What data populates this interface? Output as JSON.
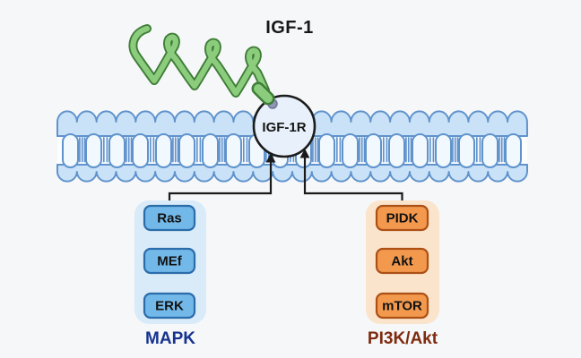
{
  "title": "IGF-1",
  "receptor": {
    "label": "IGF-1R"
  },
  "ligand": {
    "icon": "green-helix-ligand-icon"
  },
  "membrane": {
    "icon": "lipid-bilayer-membrane-icon"
  },
  "pathways": {
    "left": {
      "label": "MAPK",
      "label_color": "#16348F",
      "nodes": [
        "Ras",
        "MEf",
        "ERK"
      ],
      "node_fill": "#72B8E8",
      "node_border": "#2B6CAB",
      "panel_fill": "#D9EAF8"
    },
    "right": {
      "label": "PI3K/Akt",
      "label_color": "#7E2B10",
      "nodes": [
        "PIDK",
        "Akt",
        "mTOR"
      ],
      "node_fill": "#F2994E",
      "node_border": "#AD5016",
      "panel_fill": "#FBE4CC"
    }
  },
  "colors": {
    "background": "#F6F7F8",
    "membrane_fill": "#C9E2F7",
    "membrane_stroke": "#6093CC",
    "membrane_pill_fill": "#F2F9FE",
    "helix_green": "#8CCD7D",
    "helix_outline": "#3F7D38",
    "binding_dot": "#9196B4",
    "receptor_fill": "#E8F1FB",
    "arrow": "#1A1A1A"
  }
}
